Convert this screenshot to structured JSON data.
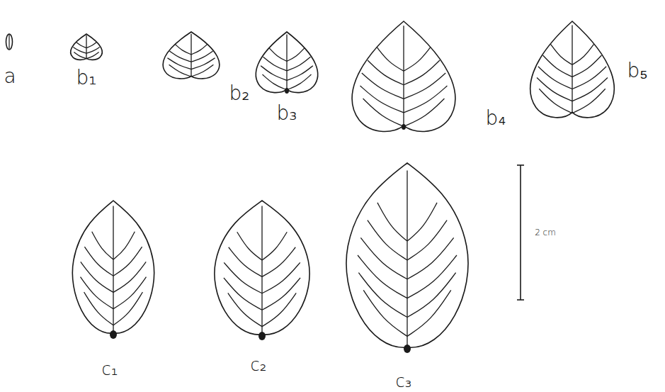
{
  "diagram": {
    "labels": [
      "a",
      "b₁",
      "b₂",
      "b₃",
      "b₄",
      "b₅",
      "c₁",
      "c₂",
      "c₃",
      "2 cm"
    ]
  }
}
